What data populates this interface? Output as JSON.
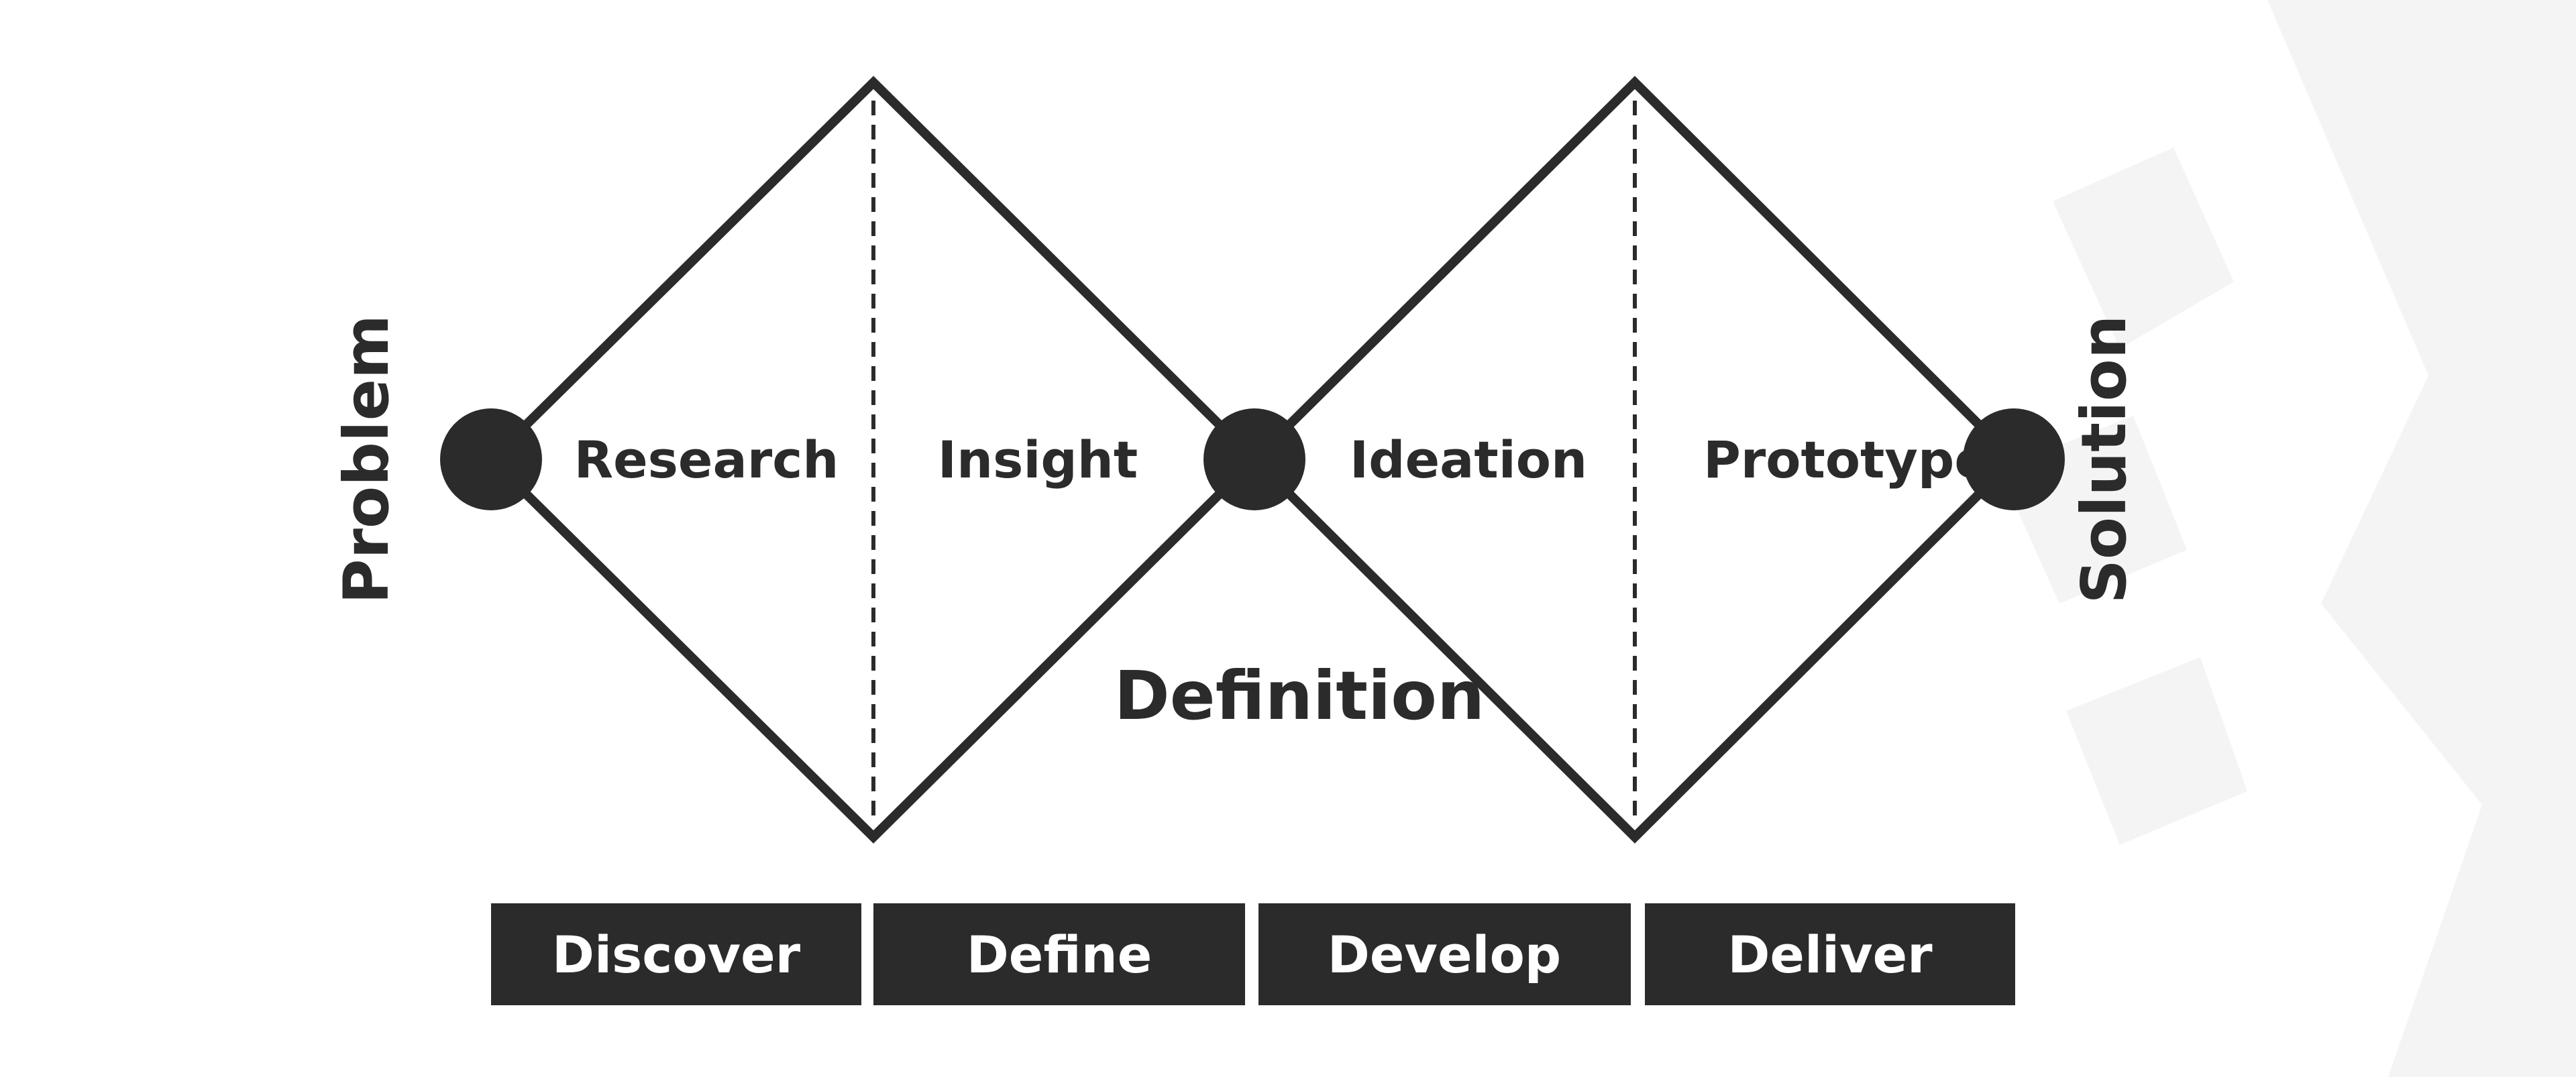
{
  "endpoints": {
    "start": "Problem",
    "end": "Solution"
  },
  "stages": {
    "research": "Research",
    "insight": "Insight",
    "ideation": "Ideation",
    "prototype": "Prototype",
    "definition": "Definition"
  },
  "phases": [
    "Discover",
    "Define",
    "Develop",
    "Deliver"
  ],
  "colors": {
    "ink": "#2b2b2b",
    "background": "#ffffff",
    "phase_text": "#ffffff",
    "watermark": "#f4f4f4"
  }
}
